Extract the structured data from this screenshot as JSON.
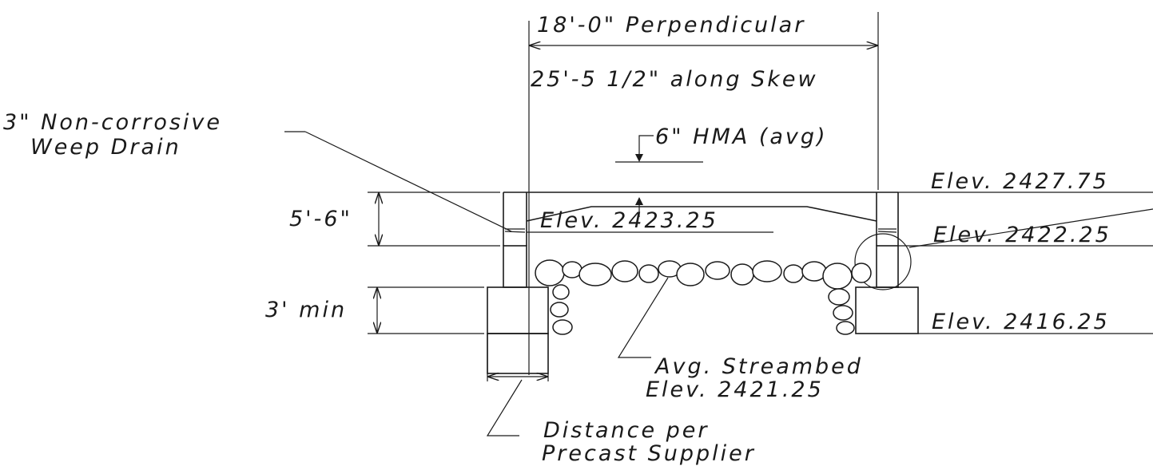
{
  "labels": {
    "span_perpendicular": "18'-0\" Perpendicular",
    "span_along_skew": "25'-5 1/2\" along Skew",
    "weep_drain_line1": "3\" Non-corrosive",
    "weep_drain_line2": "Weep Drain",
    "hma": "6\" HMA (avg)",
    "elev_top": "Elev. 2427.75",
    "elev_bottom_slab_left": "Elev. 2423.25",
    "elev_bearing": "Elev. 2422.25",
    "elev_footing": "Elev. 2416.25",
    "structure_depth": "5'-6\"",
    "footing_embed": "3' min",
    "streambed_line1": "Avg. Streambed",
    "streambed_line2": "Elev. 2421.25",
    "footing_width_line1": "Distance per",
    "footing_width_line2": "Precast Supplier"
  }
}
